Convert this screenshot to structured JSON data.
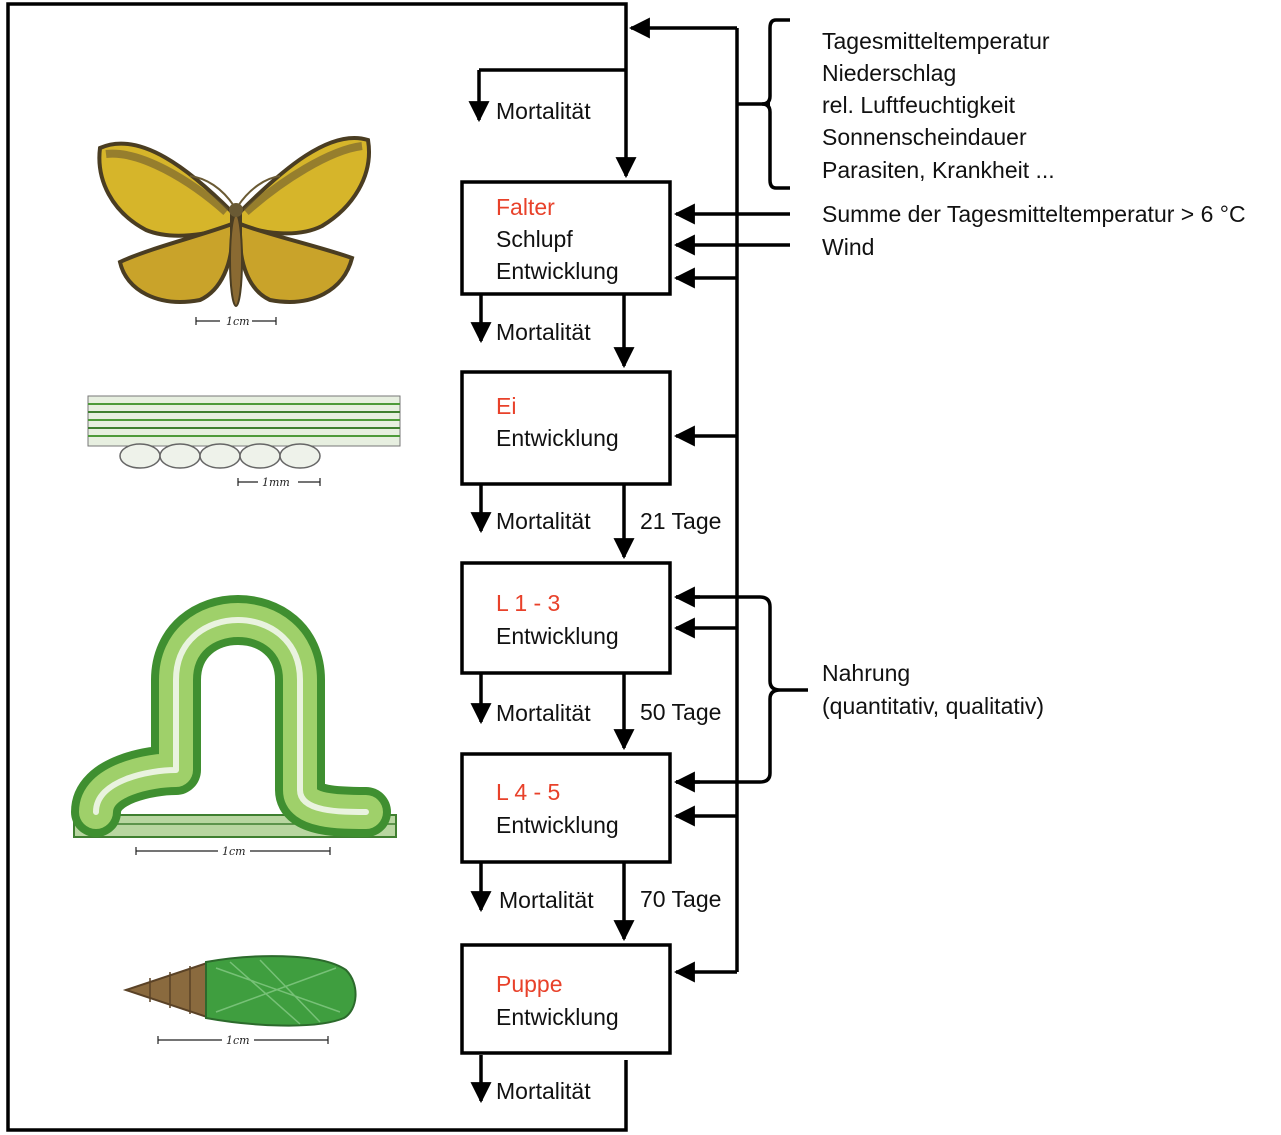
{
  "colors": {
    "stage_title": "#e8412a",
    "line": "#000000",
    "text": "#111111",
    "moth_wing": "#d6b52a",
    "moth_dark": "#4a3d22",
    "leaf_green": "#4e9a3a",
    "larva_green": "#7cb84a",
    "pupa_green": "#3f9e3f",
    "pupa_brown": "#7a5a35"
  },
  "factors": {
    "weather": [
      "Tagesmitteltemperatur",
      "Niederschlag",
      "rel. Luftfeuchtigkeit",
      "Sonnenscheindauer",
      "Parasiten, Krankheit ..."
    ],
    "temperature_sum": "Summe der Tagesmitteltemperatur > 6 °C",
    "wind": "Wind",
    "food": [
      "Nahrung",
      "(quantitativ, qualitativ)"
    ]
  },
  "stages": [
    {
      "title": "Falter",
      "lines": [
        "Schlupf",
        "Entwicklung"
      ]
    },
    {
      "title": "Ei",
      "lines": [
        "Entwicklung"
      ]
    },
    {
      "title": "L 1 - 3",
      "lines": [
        "Entwicklung"
      ]
    },
    {
      "title": "L 4 - 5",
      "lines": [
        "Entwicklung"
      ]
    },
    {
      "title": "Puppe",
      "lines": [
        "Entwicklung"
      ]
    }
  ],
  "mortality_label": "Mortalität",
  "durations": [
    "21 Tage",
    "50 Tage",
    "70 Tage"
  ],
  "scale_labels": [
    "1cm",
    "1mm",
    "1cm",
    "1cm"
  ]
}
